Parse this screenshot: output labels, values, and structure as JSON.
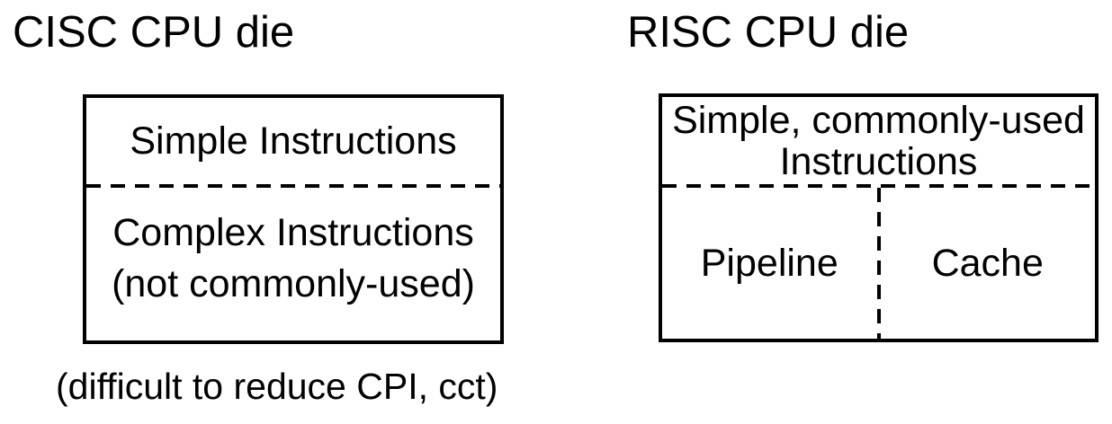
{
  "cisc": {
    "title": "CISC CPU die",
    "box": {
      "top_section": "Simple Instructions",
      "bottom_section": {
        "line1": "Complex Instructions",
        "line2": "(not commonly-used)"
      }
    },
    "caption": "(difficult to reduce CPI, cct)"
  },
  "risc": {
    "title": "RISC CPU die",
    "box": {
      "top_section": {
        "line1": "Simple, commonly-used",
        "line2": "Instructions"
      },
      "bottom_left_section": "Pipeline",
      "bottom_right_section": "Cache"
    }
  },
  "colors": {
    "line": "#000000",
    "text": "#000000",
    "background": "#ffffff"
  }
}
